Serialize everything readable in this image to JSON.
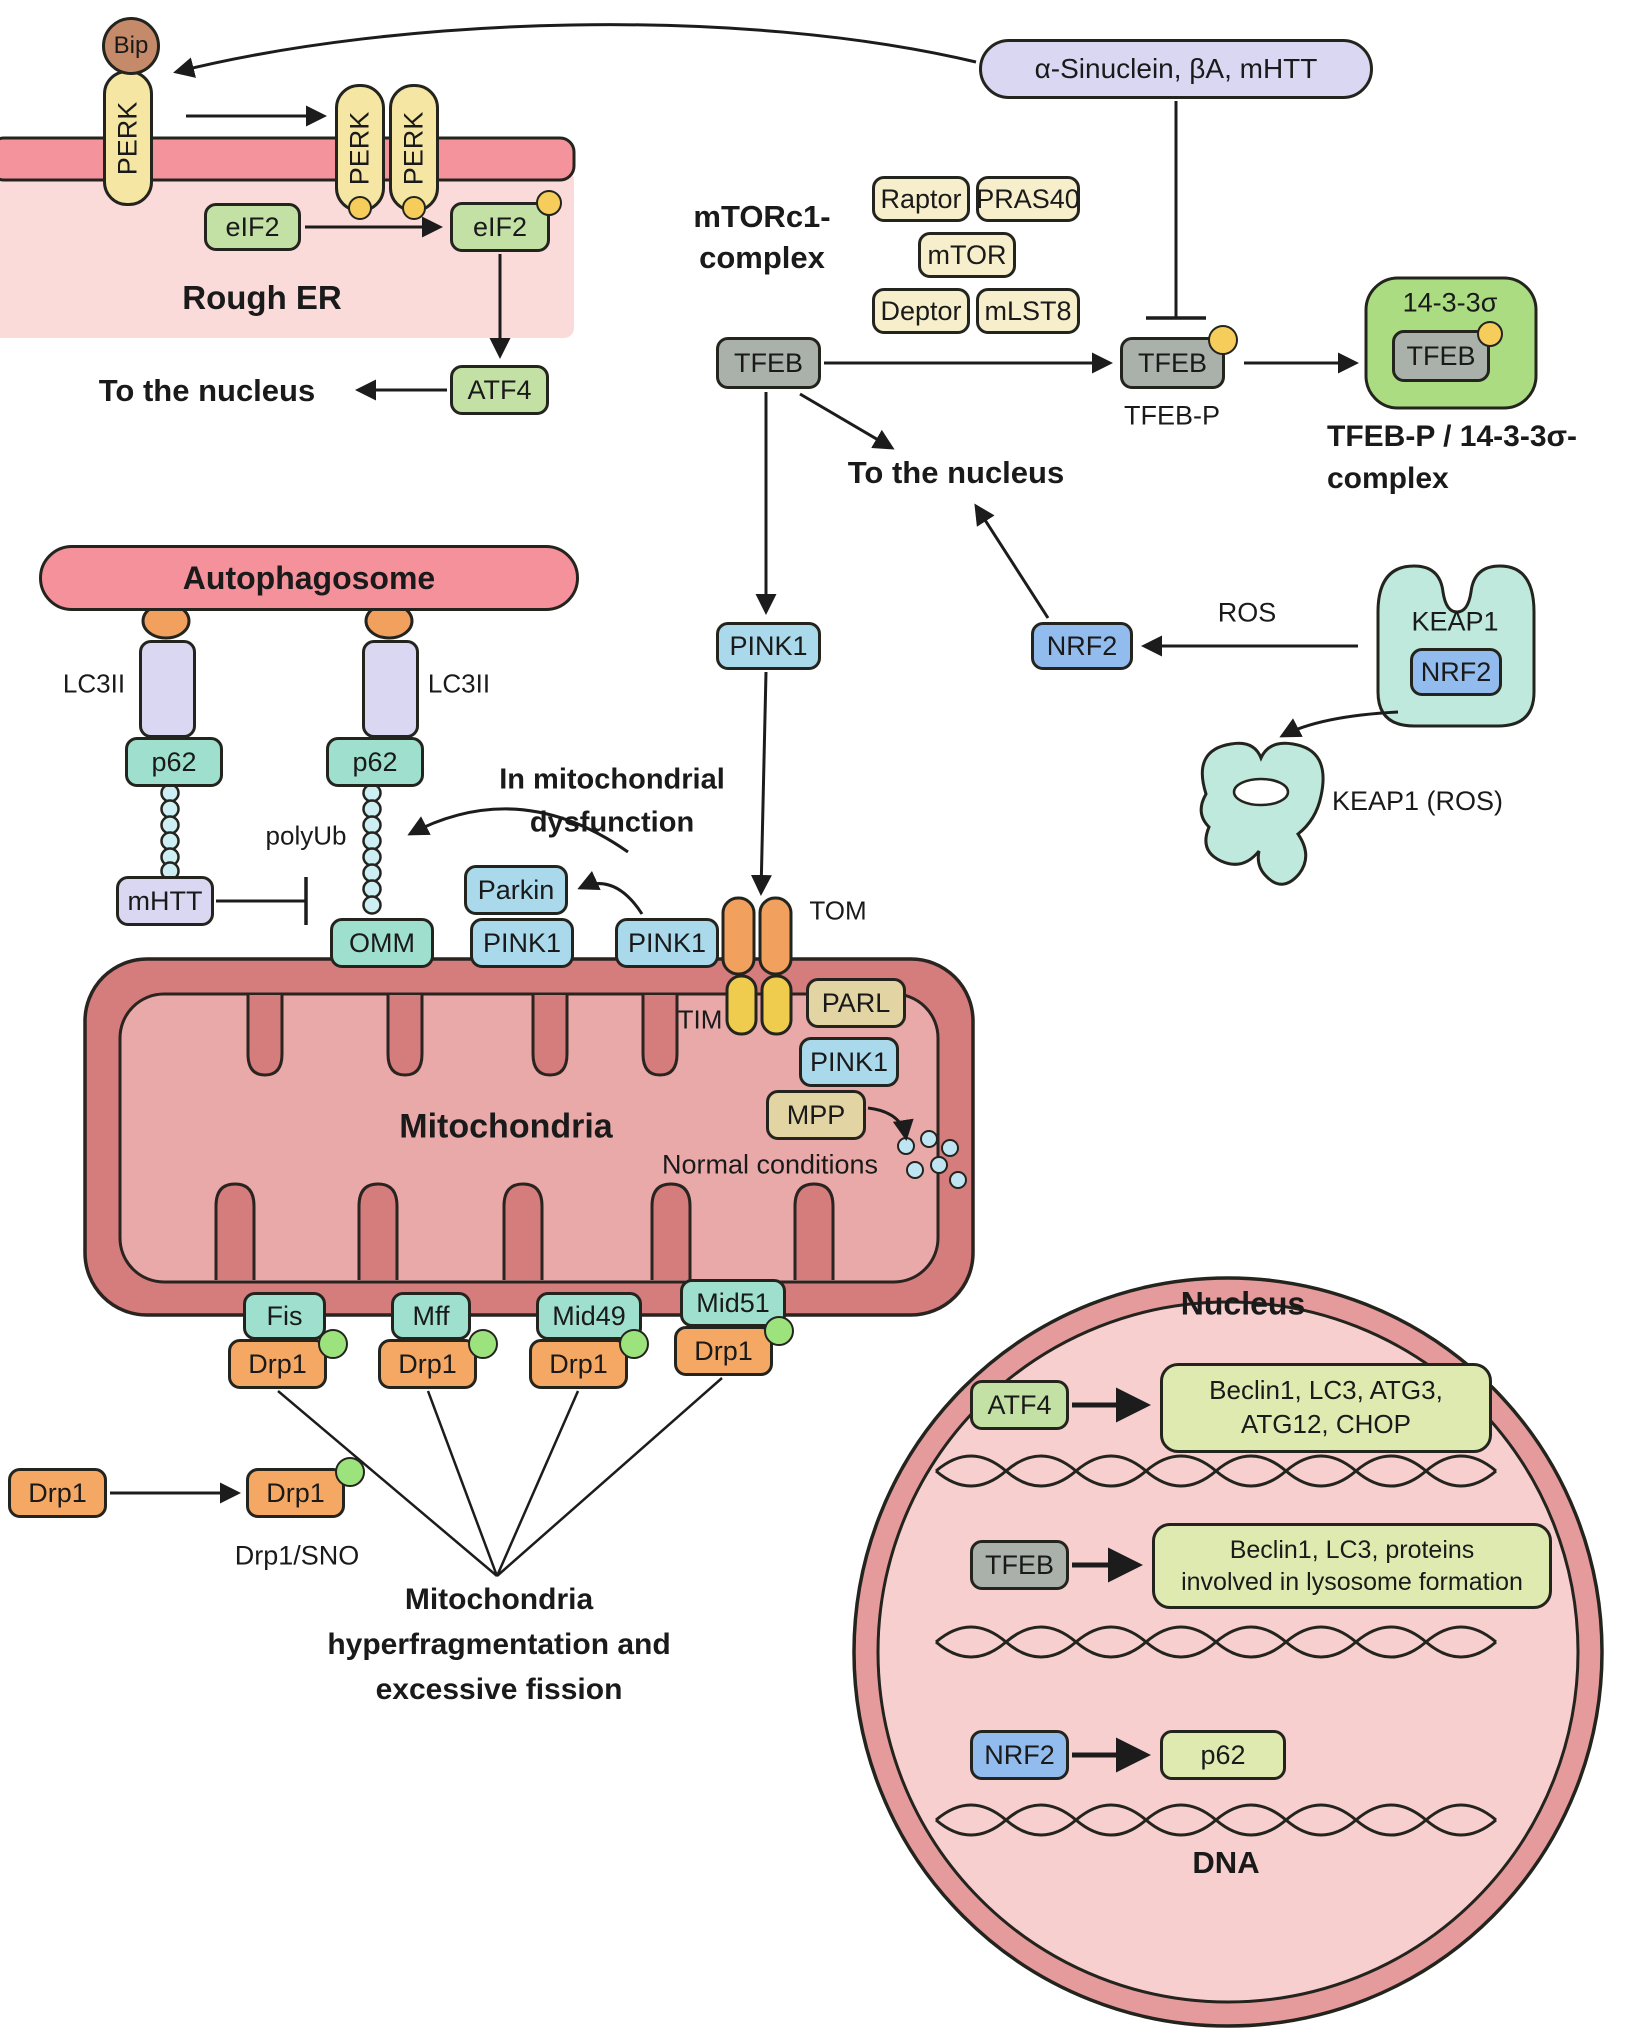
{
  "er": {
    "bip": "Bip",
    "perk": "PERK",
    "eif2": "eIF2",
    "atf4": "ATF4",
    "title": "Rough ER",
    "to_nucleus": "To the nucleus"
  },
  "mtor": {
    "label_line1": "mTORc1-",
    "label_line2": "complex",
    "raptor": "Raptor",
    "pras40": "PRAS40",
    "mtor": "mTOR",
    "deptor": "Deptor",
    "mlst8": "mLST8"
  },
  "tfeb": {
    "aggregates": "α-Sinuclein, βA, mHTT",
    "tfeb": "TFEB",
    "tfeb_p": "TFEB-P",
    "fourteen33": "14-3-3σ",
    "complex_line1": "TFEB-P / 14-3-3σ-",
    "complex_line2": "complex",
    "to_nucleus": "To the nucleus"
  },
  "redox": {
    "pink1": "PINK1",
    "nrf2": "NRF2",
    "ros": "ROS",
    "keap1": "KEAP1",
    "keap1_ros": "KEAP1 (ROS)"
  },
  "autophagosome": {
    "title": "Autophagosome",
    "lc3ii": "LC3II",
    "p62": "p62",
    "polyub": "polyUb",
    "mhtt": "mHTT",
    "omm": "OMM"
  },
  "mitophagy": {
    "dysfunction_line1": "In mitochondrial",
    "dysfunction_line2": "dysfunction",
    "parkin": "Parkin",
    "pink1": "PINK1",
    "tom": "TOM",
    "tim": "TIM",
    "parl": "PARL",
    "mpp": "MPP",
    "normal": "Normal conditions"
  },
  "mito": {
    "title": "Mitochondria",
    "receptors": [
      "Fis",
      "Mff",
      "Mid49",
      "Mid51"
    ],
    "drp1": "Drp1",
    "fission_line1": "Mitochondria",
    "fission_line2": "hyperfragmentation and",
    "fission_line3": "excessive fission",
    "drp1_sno": "Drp1/SNO"
  },
  "nucleus": {
    "title": "Nucleus",
    "dna": "DNA",
    "rows": [
      {
        "tf": "ATF4",
        "genes_line1": "Beclin1, LC3, ATG3,",
        "genes_line2": "ATG12, CHOP"
      },
      {
        "tf": "TFEB",
        "genes_line1": "Beclin1, LC3, proteins",
        "genes_line2": "involved in lysosome formation"
      },
      {
        "tf": "NRF2",
        "genes_line1": "p62",
        "genes_line2": ""
      }
    ]
  },
  "colors": {
    "membrane_pink": "#f5939c",
    "er_fill": "#fbdada",
    "protein_green": "#c3e0a5",
    "pale_green": "#dfeab0",
    "cream": "#f7eecb",
    "gray": "#aab1aa",
    "blue_light": "#a9d9ea",
    "blue": "#93bcee",
    "teal": "#9fdfce",
    "keap_teal": "#bfe9dd",
    "lavender": "#dad7f2",
    "orange": "#f5a863",
    "tan": "#e3d4a4",
    "yellow": "#f5e6a3",
    "phosphate": "#f6cd5a",
    "sno_green": "#9ce37e",
    "mito_outer": "#d57d7d",
    "mito_inner": "#e9a9a9",
    "nucleus_ring": "#e59b9b",
    "nucleus_fill": "#f8cfcf",
    "complex_green": "#abdc82"
  }
}
